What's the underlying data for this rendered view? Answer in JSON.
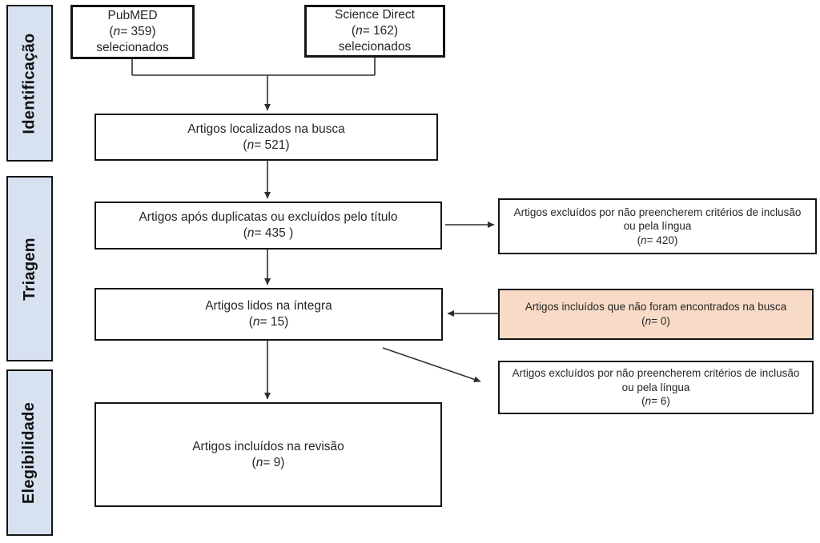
{
  "stages": [
    {
      "label": "Identificação"
    },
    {
      "label": "Triagem"
    },
    {
      "label": "Elegibilidade"
    }
  ],
  "boxes": {
    "pubmed": {
      "title": "PubMED",
      "count": {
        "pre": "(",
        "var": "n",
        "post": "= 359)"
      },
      "subtitle": "selecionados"
    },
    "science_direct": {
      "title": "Science Direct",
      "count": {
        "pre": "(",
        "var": "n",
        "post": "= 162)"
      },
      "subtitle": "selecionados"
    },
    "located": {
      "title": "Artigos localizados na busca",
      "count": {
        "pre": "(",
        "var": "n",
        "post": "= 521)"
      }
    },
    "after_duplicates": {
      "title": "Artigos após duplicatas ou excluídos pelo título",
      "count": {
        "pre": "(",
        "var": "n",
        "post": "= 435 )"
      }
    },
    "full_text": {
      "title": "Artigos lidos na íntegra",
      "count": {
        "pre": "(",
        "var": "n",
        "post": "= 15)"
      }
    },
    "included_review": {
      "title": "Artigos incluídos na revisão",
      "count": {
        "pre": "(",
        "var": "n",
        "post": "= 9)"
      }
    },
    "excluded_title_screen": {
      "title": "Artigos excluídos por não preencherem critérios de inclusão ou pela língua",
      "count": {
        "pre": "(",
        "var": "n",
        "post": "= 420)"
      }
    },
    "included_not_found": {
      "title": "Artigos incluídos que não foram encontrados na busca",
      "count": {
        "pre": "(",
        "var": "n",
        "post": "= 0)"
      }
    },
    "excluded_full_text": {
      "title": "Artigos excluídos por não preencherem critérios de inclusão ou pela língua",
      "count": {
        "pre": "(",
        "var": "n",
        "post": "= 6)"
      }
    }
  },
  "colors": {
    "stage_fill": "#d8e1f0",
    "highlight_fill": "#f8dbc6",
    "box_fill": "#ffffff",
    "box_border": "#141414",
    "arrow": "#2e2e2e",
    "text": "#262626"
  }
}
